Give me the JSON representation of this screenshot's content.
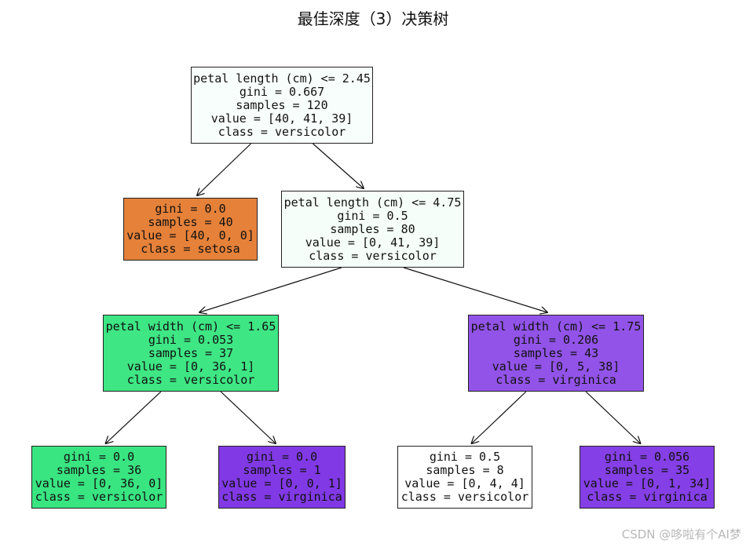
{
  "title": "最佳深度（3）决策树",
  "watermark": "CSDN @哆啦有个AI梦",
  "tree": {
    "nodes": [
      {
        "id": "n0",
        "lines": [
          "petal length (cm) <= 2.45",
          "gini = 0.667",
          "samples = 120",
          "value = [40, 41, 39]",
          "class = versicolor"
        ],
        "color": "#f8fefb"
      },
      {
        "id": "n1",
        "lines": [
          "gini = 0.0",
          "samples = 40",
          "value = [40, 0, 0]",
          "class = setosa"
        ],
        "color": "#e58139"
      },
      {
        "id": "n2",
        "lines": [
          "petal length (cm) <= 4.75",
          "gini = 0.5",
          "samples = 80",
          "value = [0, 41, 39]",
          "class = versicolor"
        ],
        "color": "#f5fef9"
      },
      {
        "id": "n3",
        "lines": [
          "petal width (cm) <= 1.65",
          "gini = 0.053",
          "samples = 37",
          "value = [0, 36, 1]",
          "class = versicolor"
        ],
        "color": "#3ee684"
      },
      {
        "id": "n4",
        "lines": [
          "petal width (cm) <= 1.75",
          "gini = 0.206",
          "samples = 43",
          "value = [0, 5, 38]",
          "class = virginica"
        ],
        "color": "#9253e8"
      },
      {
        "id": "n5",
        "lines": [
          "gini = 0.0",
          "samples = 36",
          "value = [0, 36, 0]",
          "class = versicolor"
        ],
        "color": "#39e581"
      },
      {
        "id": "n6",
        "lines": [
          "gini = 0.0",
          "samples = 1",
          "value = [0, 0, 1]",
          "class = virginica"
        ],
        "color": "#8139e5"
      },
      {
        "id": "n7",
        "lines": [
          "gini = 0.5",
          "samples = 8",
          "value = [0, 4, 4]",
          "class = versicolor"
        ],
        "color": "#ffffff"
      },
      {
        "id": "n8",
        "lines": [
          "gini = 0.056",
          "samples = 35",
          "value = [0, 1, 34]",
          "class = virginica"
        ],
        "color": "#853fe6"
      }
    ],
    "edges": [
      [
        "n0",
        "n1"
      ],
      [
        "n0",
        "n2"
      ],
      [
        "n2",
        "n3"
      ],
      [
        "n2",
        "n4"
      ],
      [
        "n3",
        "n5"
      ],
      [
        "n3",
        "n6"
      ],
      [
        "n4",
        "n7"
      ],
      [
        "n4",
        "n8"
      ]
    ]
  }
}
